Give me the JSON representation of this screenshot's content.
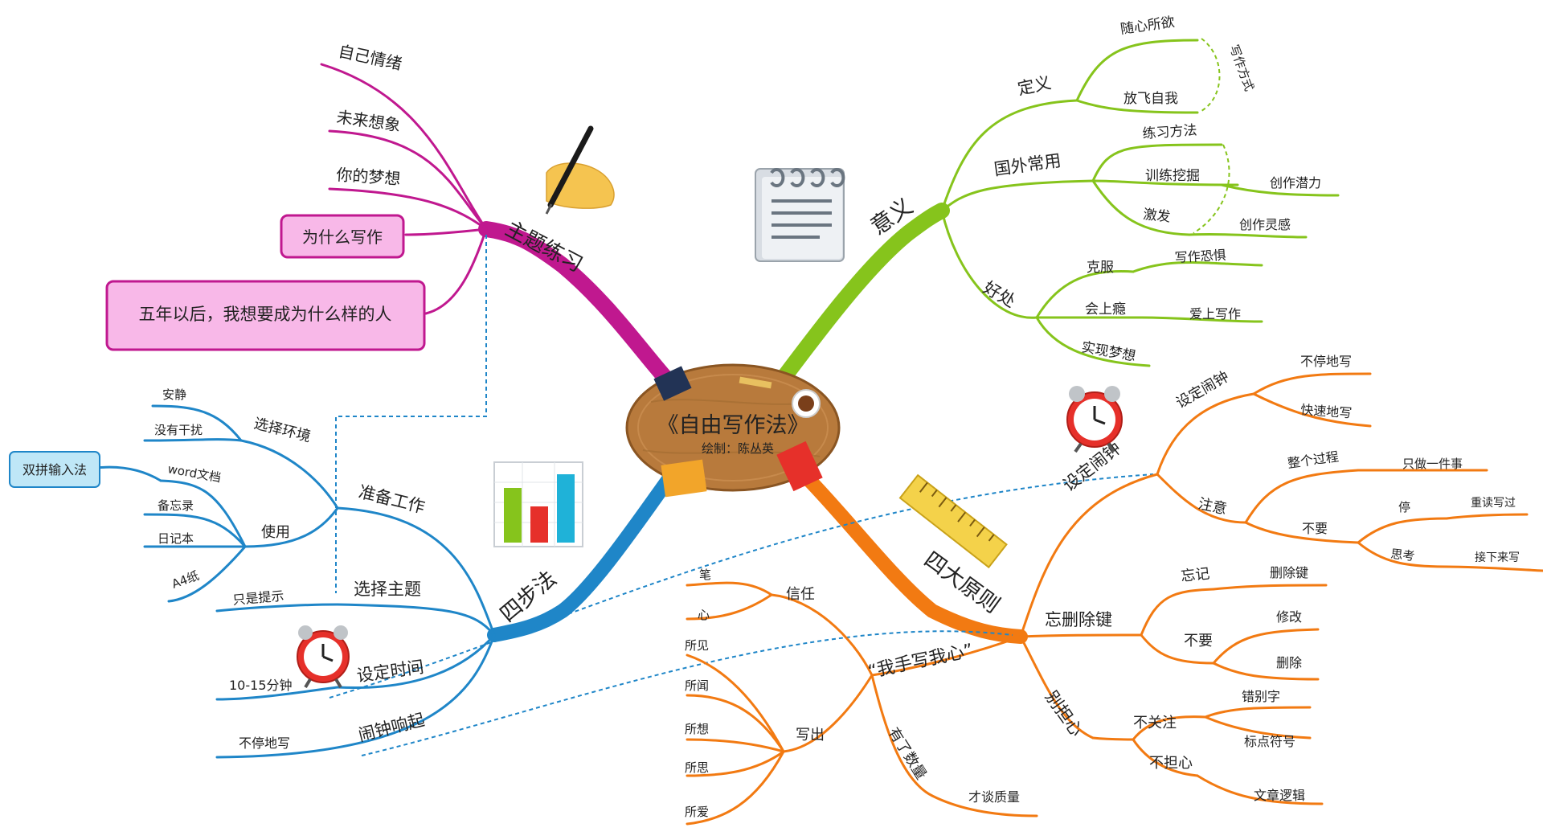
{
  "center": {
    "title": "《自由写作法》",
    "author": "绘制：陈丛英"
  },
  "colors": {
    "magenta": "#c0188f",
    "green": "#86c41c",
    "blue": "#1f86c8",
    "orange": "#f27a12",
    "wood": "#b87a3c",
    "box_pink": "#f8b8e8",
    "box_blue": "#bfe7f7"
  },
  "branches": {
    "theme": {
      "label": "主题练习",
      "items": [
        "自己情绪",
        "未来想象",
        "你的梦想",
        "为什么写作",
        "五年以后，我想要成为什么样的人"
      ]
    },
    "meaning": {
      "label": "意义",
      "def": {
        "label": "定义",
        "c1": "随心所欲",
        "c2": "放飞自我",
        "note": "写作方式"
      },
      "foreign": {
        "label": "国外常用",
        "c1": "练习方法",
        "c2": "训练挖掘",
        "c3": "激发",
        "g2": "创作潜力",
        "g3": "创作灵感"
      },
      "benefit": {
        "label": "好处",
        "c1": "克服",
        "c2": "会上瘾",
        "c3": "实现梦想",
        "g1": "写作恐惧",
        "g2": "爱上写作"
      }
    },
    "four_steps": {
      "label": "四步法",
      "prepare": {
        "label": "准备工作",
        "env": {
          "label": "选择环境",
          "c1": "安静",
          "c2": "没有干扰"
        },
        "use": {
          "label": "使用",
          "c1": "word文档",
          "c2": "备忘录",
          "c3": "日记本",
          "c4": "A4纸",
          "extra": "双拼输入法"
        }
      },
      "topic": {
        "label": "选择主题",
        "c1": "只是提示"
      },
      "time": {
        "label": "设定时间",
        "c1": "10-15分钟"
      },
      "alarm": {
        "label": "闹钟响起",
        "c1": "不停地写"
      }
    },
    "principles": {
      "label": "四大原则",
      "clock": {
        "label": "设定闹钟",
        "set": {
          "label": "设定闹钟",
          "c1": "不停地写",
          "c2": "快速地写"
        },
        "note": {
          "label": "注意",
          "whole": "整个过程",
          "only": "只做一件事",
          "dont": "不要",
          "stop": "停",
          "reread": "重读写过",
          "think": "思考",
          "next": "接下来写"
        }
      },
      "nodel": {
        "label": "忘删除键",
        "forget": {
          "label": "忘记",
          "c1": "删除键"
        },
        "dont": {
          "label": "不要",
          "c1": "修改",
          "c2": "删除"
        }
      },
      "worry": {
        "label": "别担心",
        "ignore": {
          "label": "不关注",
          "c1": "错别字",
          "c2": "标点符号"
        },
        "nowor": {
          "label": "不担心",
          "c1": "文章逻辑"
        }
      },
      "myhand": {
        "label": "“我手写我心”",
        "trust": {
          "label": "信任",
          "c1": "笔",
          "c2": "心"
        },
        "write": {
          "label": "写出",
          "c1": "所见",
          "c2": "所闻",
          "c3": "所想",
          "c4": "所思",
          "c5": "所爱"
        },
        "qty": {
          "label": "有了数量",
          "c1": "才谈质量"
        }
      }
    }
  }
}
